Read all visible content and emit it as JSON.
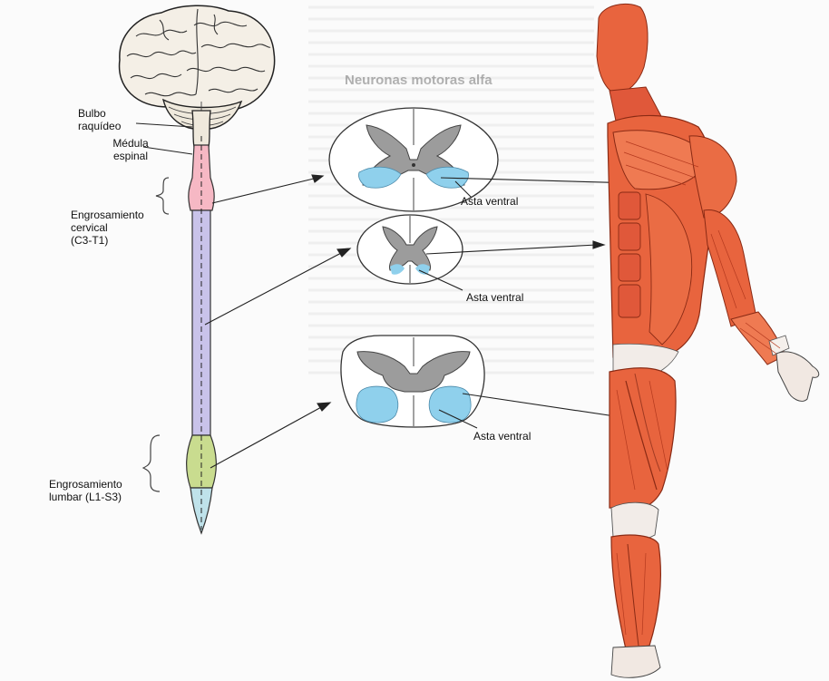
{
  "colors": {
    "brain": "#f4efe6",
    "cervical": "#f6b8c4",
    "thoracic": "#c9c3ea",
    "lumbar": "#c9dc8f",
    "sacral": "#bfe2ea",
    "grey_matter": "#9c9c9c",
    "ventral_horn": "#8fd0ec",
    "muscle": "#e8643e",
    "muscle_dark": "#b4391e"
  },
  "background": {
    "heading": "Neuronas motoras alfa"
  },
  "labels": {
    "bulbo": [
      "Bulbo",
      "raquídeo"
    ],
    "medula": [
      "Médula",
      "espinal"
    ],
    "cervical": [
      "Engrosamiento",
      "cervical",
      "(C3-T1)"
    ],
    "lumbar": [
      "Engrosamiento",
      "lumbar (L1-S3)"
    ],
    "asta_ventral_1": "Asta ventral",
    "asta_ventral_2": "Asta ventral",
    "asta_ventral_3": "Asta ventral"
  },
  "icons": {
    "brain": "brain-icon",
    "spinal_cord": "spinal-cord-icon",
    "cross_sections": "spinal-cross-section-icon",
    "human_figure": "muscle-figure-icon"
  }
}
